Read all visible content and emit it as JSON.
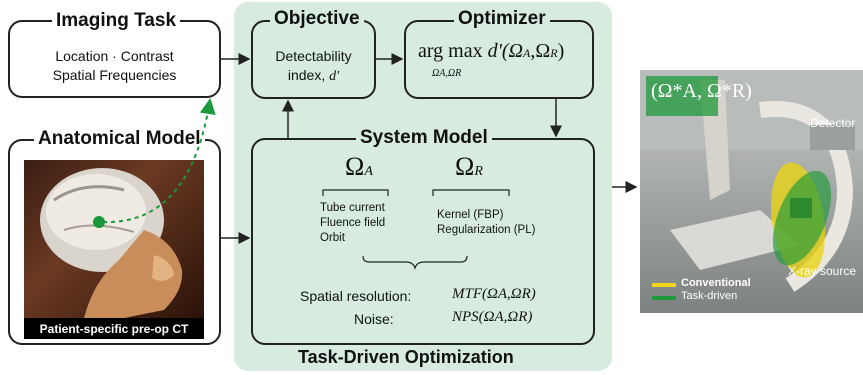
{
  "imaging_task": {
    "title": "Imaging Task",
    "line1": "Location · Contrast",
    "line2": "Spatial Frequencies"
  },
  "objective": {
    "title": "Objective",
    "line1": "Detectability",
    "line2_prefix": "index, ",
    "line2_symbol": "d'"
  },
  "optimizer": {
    "title": "Optimizer",
    "formula": "arg max d'(ΩA,ΩR)",
    "formula_main": "arg max",
    "formula_sub": "ΩA,ΩR",
    "formula_fn": "d'(Ω",
    "formula_a": "A",
    "formula_comma": ",Ω",
    "formula_r": "R",
    "formula_close": ")"
  },
  "anatomical_model": {
    "title": "Anatomical Model",
    "caption": "Patient-specific pre-op CT"
  },
  "system_model": {
    "title": "System Model",
    "omega": "Ω",
    "sub_a": "A",
    "sub_r": "R",
    "acquisition_params": [
      "Tube current",
      "Fluence field",
      "Orbit"
    ],
    "reconstruction_params": [
      "Kernel (FBP)",
      "Regularization (PL)"
    ],
    "resolution_label": "Spatial resolution:",
    "resolution_expr": "MTF(ΩA,ΩR)",
    "noise_label": "Noise:",
    "noise_expr": "NPS(ΩA,ΩR)"
  },
  "panel_label": "Task-Driven Optimization",
  "photo": {
    "omega_label": "(Ω*A, Ω*R)",
    "detector_label": "Detector",
    "source_label": "X-ray source",
    "legend": [
      {
        "label": "Conventional",
        "color": "#f2d31b"
      },
      {
        "label": "Task-driven",
        "color": "#1f9a3a"
      }
    ]
  },
  "colors": {
    "panel_bg": "#d7ecdf",
    "arrow": "#222222",
    "dashed_arrow": "#1a9a3a"
  }
}
